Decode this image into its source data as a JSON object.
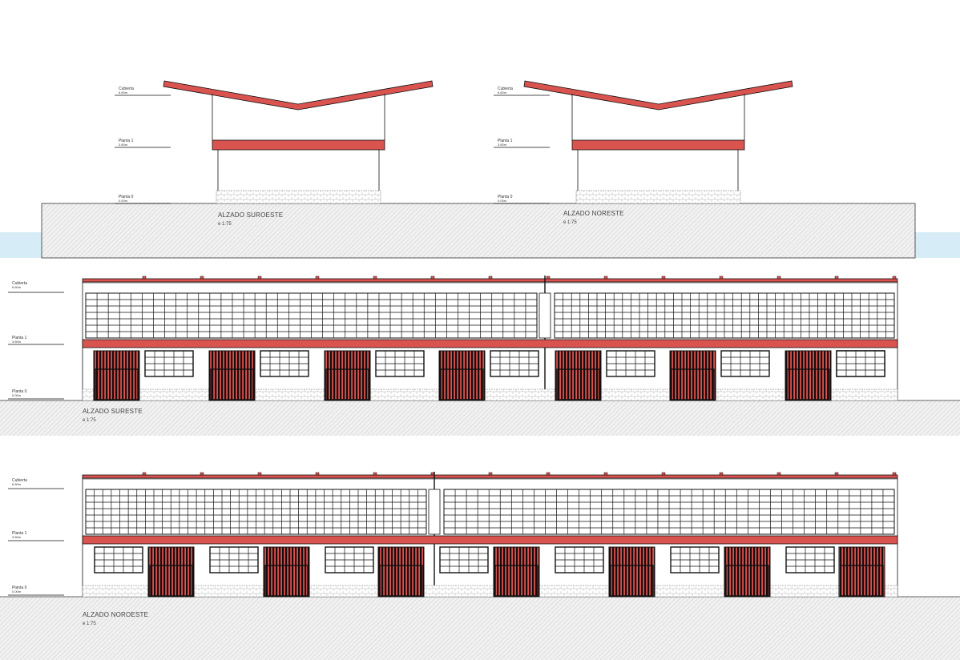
{
  "colors": {
    "accent_red": "#d9534f",
    "door_dark": "#1a0c0c",
    "line": "#111111",
    "ground_fill": "#eeeeee",
    "sky_band": "#d6ecf7"
  },
  "elevations": [
    {
      "id": "suroeste-side",
      "title": "ALZADO SUROESTE",
      "scale": "e 1:75",
      "levels": [
        {
          "name": "Cubierta",
          "value": "6.60m"
        },
        {
          "name": "Planta 1",
          "value": "3.60m"
        },
        {
          "name": "Planta 0",
          "value": "0.00m"
        }
      ]
    },
    {
      "id": "noreste-side",
      "title": "ALZADO NORESTE",
      "scale": "e 1:75",
      "levels": [
        {
          "name": "Cubierta",
          "value": "6.60m"
        },
        {
          "name": "Planta 1",
          "value": "3.60m"
        },
        {
          "name": "Planta 0",
          "value": "0.00m"
        }
      ]
    },
    {
      "id": "sureste-long",
      "title": "ALZADO SURESTE",
      "scale": "e 1:75",
      "levels": [
        {
          "name": "Cubierta",
          "value": "6.60m"
        },
        {
          "name": "Planta 1",
          "value": "3.60m"
        },
        {
          "name": "Planta 0",
          "value": "0.00m"
        }
      ]
    },
    {
      "id": "noroeste-long",
      "title": "ALZADO NOROESTE",
      "scale": "e 1:75",
      "levels": [
        {
          "name": "Cubierta",
          "value": "6.60m"
        },
        {
          "name": "Planta 1",
          "value": "3.60m"
        },
        {
          "name": "Planta 0",
          "value": "0.00m"
        }
      ]
    }
  ]
}
